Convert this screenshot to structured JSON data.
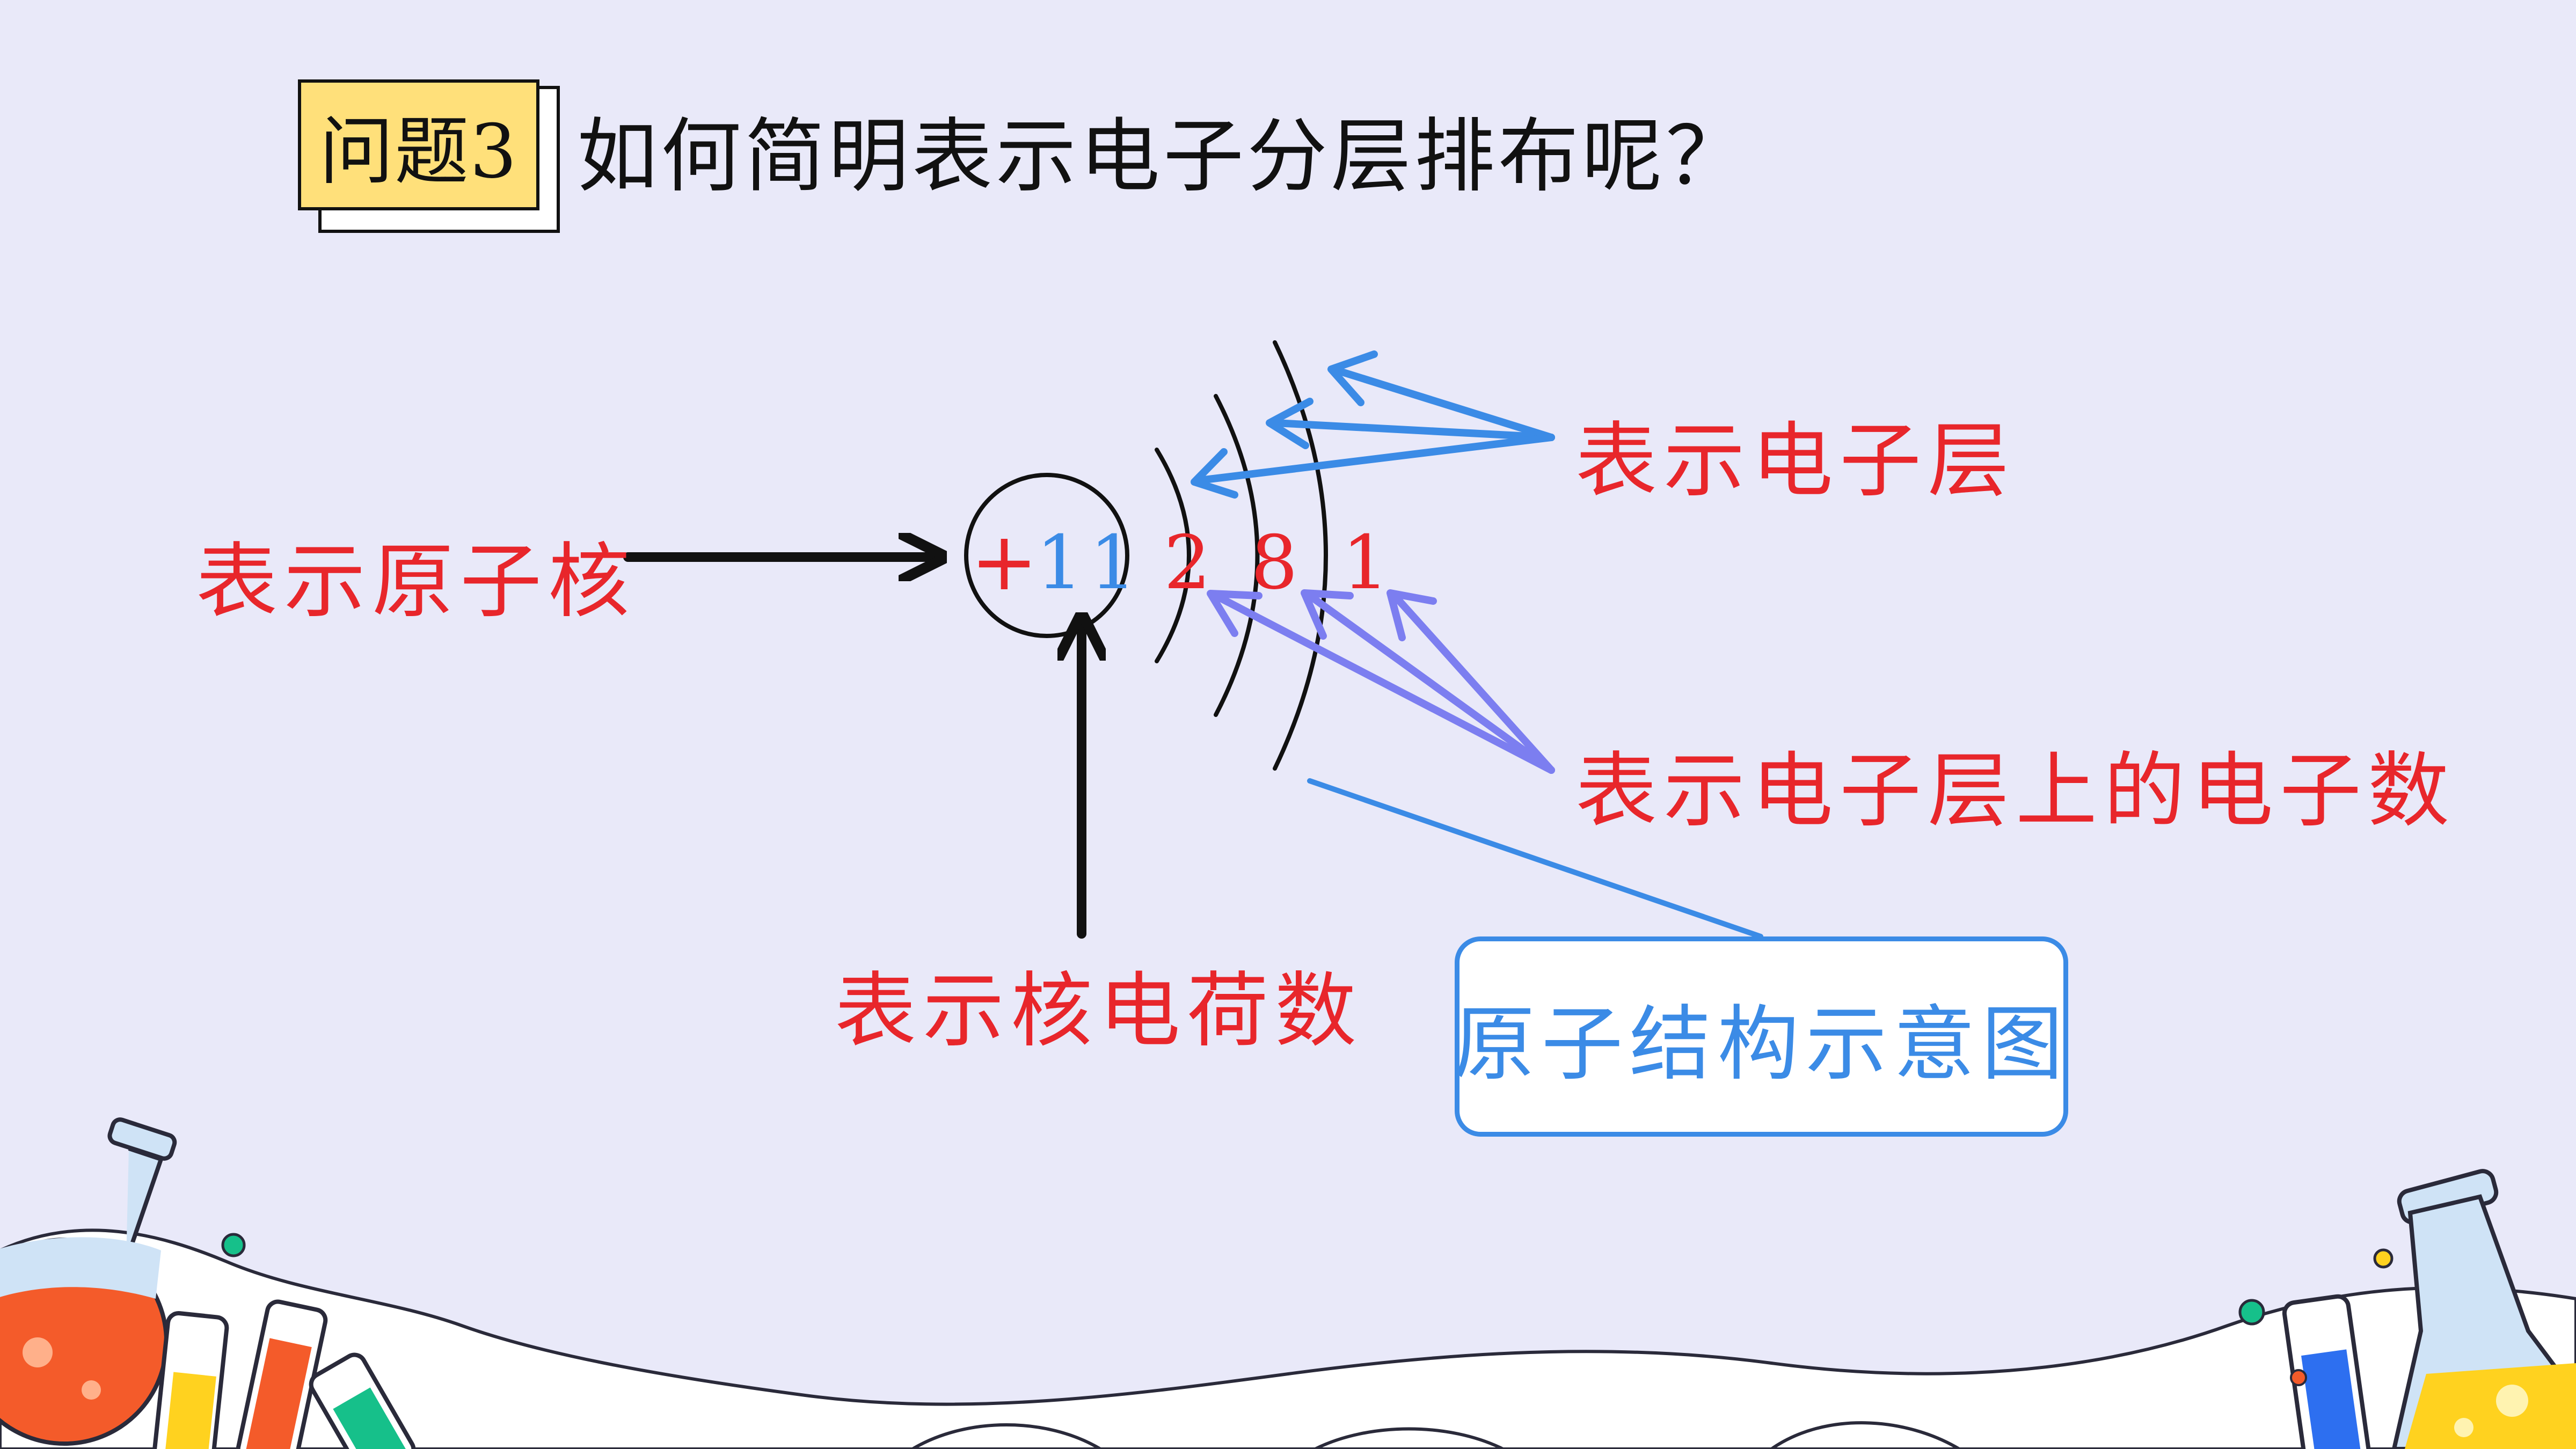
{
  "question": {
    "badge": "问题3",
    "text": "如何简明表示电子分层排布呢？"
  },
  "atom": {
    "nucleus_sign": "+",
    "nucleus_number": "11",
    "shell_electrons": [
      "2",
      "8",
      "1"
    ]
  },
  "labels": {
    "nucleus": "表示原子核",
    "shells": "表示电子层",
    "shell_electrons": "表示电子层上的电子数",
    "nuclear_charge": "表示核电荷数"
  },
  "diagram_name": "原子结构示意图",
  "colors": {
    "background": "#e9e9f9",
    "label_red": "#e8262b",
    "accent_blue": "#3b8be6",
    "arrow_purple": "#7c7ef0",
    "badge_yellow": "#ffe07a"
  },
  "icons": [
    "flask-icon",
    "test-tube-icon",
    "beaker-icon"
  ]
}
